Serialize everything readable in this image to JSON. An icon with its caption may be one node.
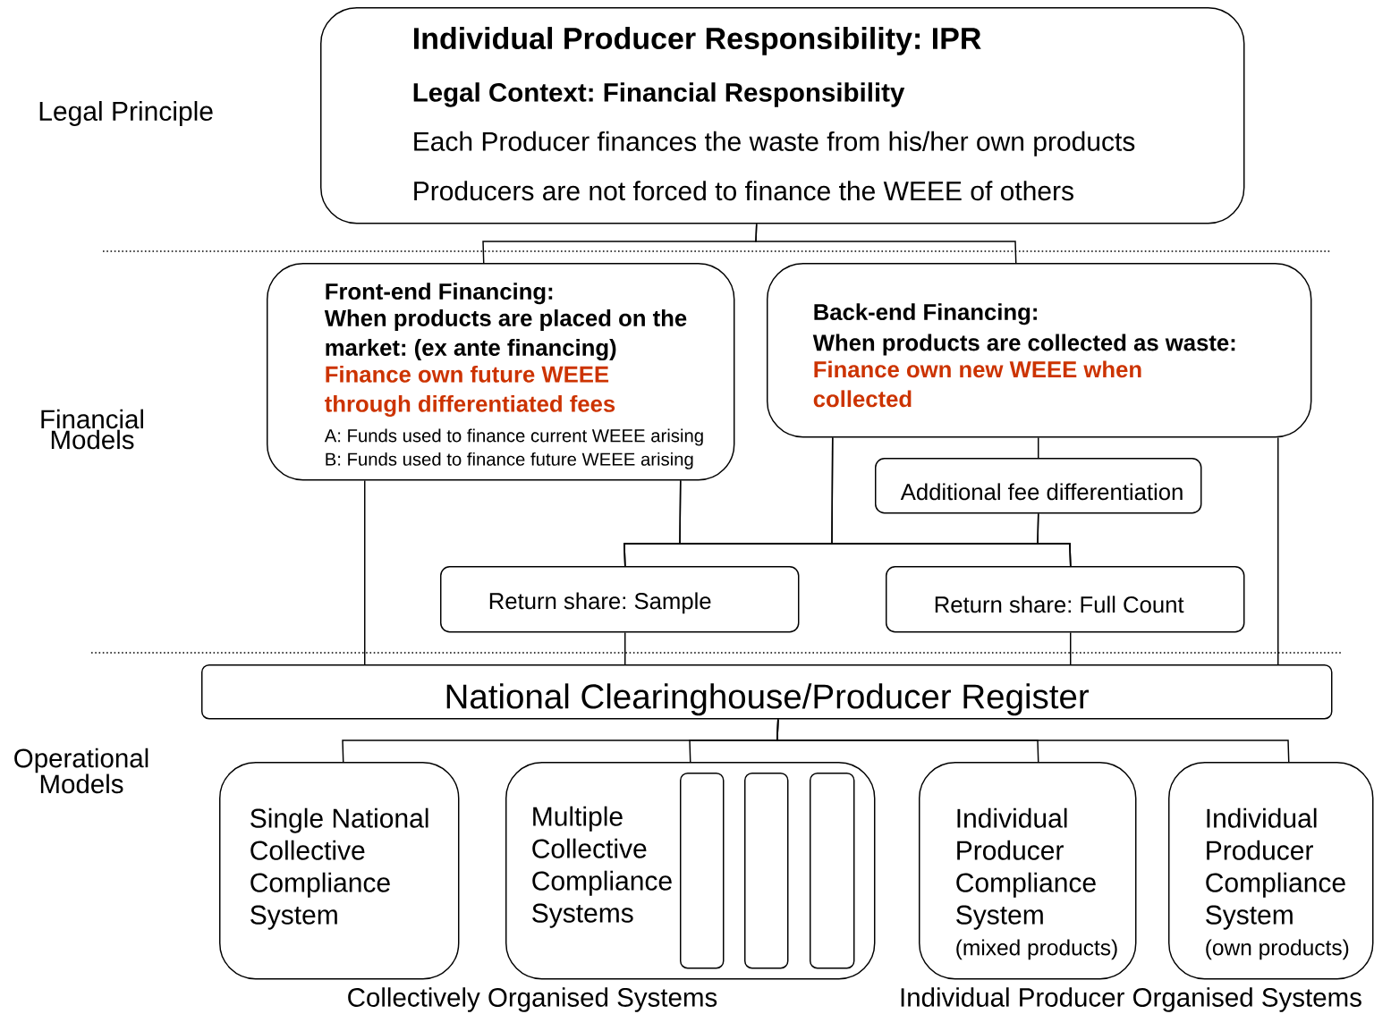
{
  "diagram": {
    "nodes": [
      {
        "text": [
          "Individual Producer Responsibility: IPR",
          "Legal Context: Financial Responsibility",
          "Each Producer finances the waste from his/her own products",
          "Producers are not forced to finance the WEEE of others"
        ]
      },
      {
        "text": [
          "Front-end Financing:",
          "When products are placed on the market: (ex ante financing)",
          "Finance own future WEEE through differentiated fees",
          "A: Funds used to finance current WEEE arising",
          "B: Funds used to finance future WEEE arising"
        ]
      },
      {
        "text": [
          "Back-end Financing:",
          "When products are collected as waste:",
          "Finance own new WEEE when collected"
        ]
      },
      {
        "text": [
          "Additional fee differentiation"
        ]
      },
      {
        "text": [
          "Return share: Sample"
        ]
      },
      {
        "text": [
          "Return share: Full Count"
        ]
      },
      {
        "text": [
          "National Clearinghouse/Producer Register"
        ]
      },
      {
        "text": [
          "Single National Collective Compliance System"
        ]
      },
      {
        "text": [
          "Multiple Collective Compliance Systems"
        ]
      },
      {
        "text": [],
        "shape": "bar",
        "in": 8
      },
      {
        "text": [],
        "shape": "bar",
        "in": 8
      },
      {
        "text": [],
        "shape": "bar",
        "in": 8
      },
      {
        "text": [
          "Individual Producer Compliance System",
          "(mixed products)"
        ]
      },
      {
        "text": [
          "Individual Producer Compliance System",
          "(own products)"
        ]
      }
    ],
    "edges": [
      {
        "from": 0,
        "to": 1,
        "arrow": "none"
      },
      {
        "from": 0,
        "to": 2,
        "arrow": "none"
      },
      {
        "from": 1,
        "to": 6,
        "arrow": "none"
      },
      {
        "from": 1,
        "to": 4,
        "arrow": "none"
      },
      {
        "from": 1,
        "to": 5,
        "arrow": "none"
      },
      {
        "from": 2,
        "to": 4,
        "arrow": "none"
      },
      {
        "from": 2,
        "to": 5,
        "arrow": "none"
      },
      {
        "from": 2,
        "to": 3,
        "arrow": "none"
      },
      {
        "from": 3,
        "to": 4,
        "arrow": "none"
      },
      {
        "from": 3,
        "to": 5,
        "arrow": "none"
      },
      {
        "from": 2,
        "to": 6,
        "arrow": "none"
      },
      {
        "from": 4,
        "to": 6,
        "arrow": "none"
      },
      {
        "from": 5,
        "to": 6,
        "arrow": "none"
      },
      {
        "from": 6,
        "to": 7,
        "arrow": "none"
      },
      {
        "from": 6,
        "to": 8,
        "arrow": "none"
      },
      {
        "from": 6,
        "to": 12,
        "arrow": "none"
      },
      {
        "from": 6,
        "to": 13,
        "arrow": "none"
      }
    ],
    "labels": [
      "Legal Principle",
      "Financial Models",
      "Operational Models",
      "Collectively Organised Systems",
      "Individual Producer Organised Systems"
    ]
  }
}
